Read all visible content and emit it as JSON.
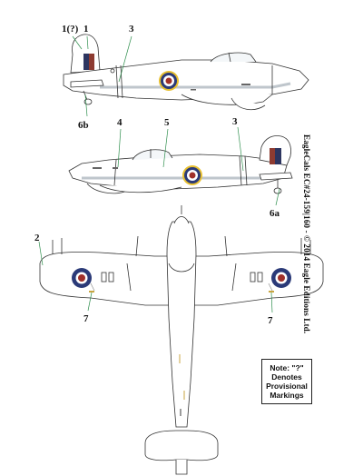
{
  "callouts": {
    "c1q": "1(?)",
    "c1": "1",
    "c3_top": "3",
    "c6b": "6b",
    "c4": "4",
    "c5": "5",
    "c3_mid": "3",
    "c6a": "6a",
    "c2": "2",
    "c7_left": "7",
    "c7_right": "7"
  },
  "side_text": "EagleCals EC#24-159|160 - © 2014 Eagle Editions Ltd.",
  "note": {
    "line1": "Note: \"?\"",
    "line2": "Denotes",
    "line3": "Provisional",
    "line4": "Markings"
  },
  "colors": {
    "roundel_blue": "#2b3a78",
    "roundel_red": "#a0302a",
    "roundel_yellow": "#e8c030",
    "fin_red": "#8e3b31",
    "fin_blue": "#2d3560",
    "fin_white": "#ffffff",
    "fuselage_band": "#d8dde2",
    "leader_green": "#2f8f4e",
    "outline": "#333333"
  }
}
